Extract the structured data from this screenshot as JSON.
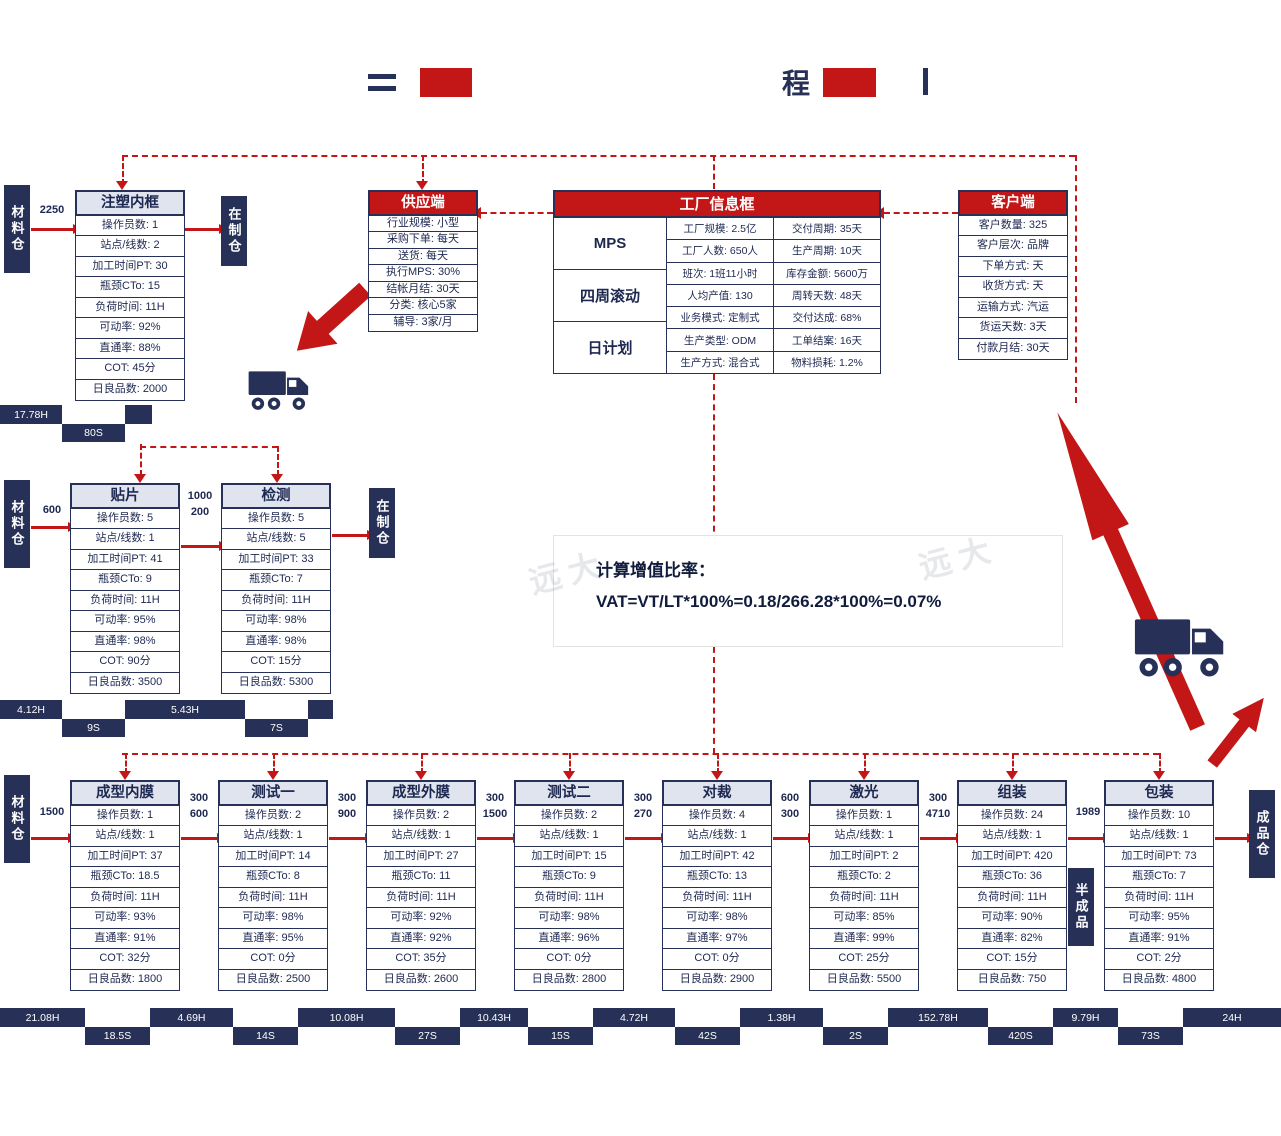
{
  "title": {
    "visible_text": "程"
  },
  "watermarks": [
    "远大",
    "远大"
  ],
  "vat": {
    "line1": "计算增值比率：",
    "line2": "VAT=VT/LT*100%=0.18/266.28*100%=0.07%"
  },
  "row_labels": [
    "操作员数",
    "站点/线数",
    "加工时间PT",
    "瓶颈CTo",
    "负荷时间",
    "可动率",
    "直通率",
    "COT",
    "日良品数"
  ],
  "processes": [
    {
      "id": "zhusuneikuang",
      "name": "注塑内框",
      "values": [
        "1",
        "2",
        "30",
        "15",
        "11H",
        "92%",
        "88%",
        "45分",
        "2000"
      ]
    },
    {
      "id": "tiepian",
      "name": "贴片",
      "values": [
        "5",
        "1",
        "41",
        "9",
        "11H",
        "95%",
        "98%",
        "90分",
        "3500"
      ]
    },
    {
      "id": "jiance",
      "name": "检测",
      "values": [
        "5",
        "5",
        "33",
        "7",
        "11H",
        "98%",
        "98%",
        "15分",
        "5300"
      ]
    },
    {
      "id": "chengxingneimo",
      "name": "成型内膜",
      "values": [
        "1",
        "1",
        "37",
        "18.5",
        "11H",
        "93%",
        "91%",
        "32分",
        "1800"
      ]
    },
    {
      "id": "ceshiyi",
      "name": "测试一",
      "values": [
        "2",
        "1",
        "14",
        "8",
        "11H",
        "98%",
        "95%",
        "0分",
        "2500"
      ]
    },
    {
      "id": "chengxingwaimo",
      "name": "成型外膜",
      "values": [
        "2",
        "1",
        "27",
        "11",
        "11H",
        "92%",
        "92%",
        "35分",
        "2600"
      ]
    },
    {
      "id": "ceshier",
      "name": "测试二",
      "values": [
        "2",
        "1",
        "15",
        "9",
        "11H",
        "98%",
        "96%",
        "0分",
        "2800"
      ]
    },
    {
      "id": "duicai",
      "name": "对裁",
      "values": [
        "4",
        "1",
        "42",
        "13",
        "11H",
        "98%",
        "97%",
        "0分",
        "2900"
      ]
    },
    {
      "id": "jiguang",
      "name": "激光",
      "values": [
        "1",
        "1",
        "2",
        "2",
        "11H",
        "85%",
        "99%",
        "25分",
        "5500"
      ]
    },
    {
      "id": "zuzhuang",
      "name": "组装",
      "values": [
        "24",
        "1",
        "420",
        "36",
        "11H",
        "90%",
        "82%",
        "15分",
        "750"
      ]
    },
    {
      "id": "baozhuang",
      "name": "包装",
      "values": [
        "10",
        "1",
        "73",
        "7",
        "11H",
        "95%",
        "91%",
        "2分",
        "4800"
      ]
    }
  ],
  "supplier": {
    "title": "供应端",
    "rows": [
      [
        "行业规模",
        "小型"
      ],
      [
        "采购下单",
        "每天"
      ],
      [
        "送货",
        "每天"
      ],
      [
        "执行MPS",
        "30%"
      ],
      [
        "结帐月结",
        "30天"
      ],
      [
        "分类",
        "核心5家"
      ],
      [
        "辅导",
        "3家/月"
      ]
    ]
  },
  "factory": {
    "title": "工厂信息框",
    "plans": [
      "MPS",
      "四周滚动",
      "日计划"
    ],
    "left_rows": [
      [
        "工厂规模",
        "2.5亿"
      ],
      [
        "工厂人数",
        "650人"
      ],
      [
        "班次",
        "1班11小时"
      ],
      [
        "人均产值",
        "130"
      ],
      [
        "业务模式",
        "定制式"
      ],
      [
        "生产类型",
        "ODM"
      ],
      [
        "生产方式",
        "混合式"
      ]
    ],
    "right_rows": [
      [
        "交付周期",
        "35天"
      ],
      [
        "生产周期",
        "10天"
      ],
      [
        "库存金额",
        "5600万"
      ],
      [
        "周转天数",
        "48天"
      ],
      [
        "交付达成",
        "68%"
      ],
      [
        "工单结案",
        "16天"
      ],
      [
        "物料损耗",
        "1.2%"
      ]
    ]
  },
  "customer": {
    "title": "客户端",
    "rows": [
      [
        "客户数量",
        "325"
      ],
      [
        "客户层次",
        "品牌"
      ],
      [
        "下单方式",
        "天"
      ],
      [
        "收货方式",
        "天"
      ],
      [
        "运输方式",
        "汽运"
      ],
      [
        "货运天数",
        "3天"
      ],
      [
        "付款月结",
        "30天"
      ]
    ]
  },
  "warehouses": [
    {
      "id": "material-top",
      "label": "材料仓"
    },
    {
      "id": "wip-top",
      "label": "在制仓"
    },
    {
      "id": "material-middle",
      "label": "材料仓"
    },
    {
      "id": "wip-middle",
      "label": "在制仓"
    },
    {
      "id": "material-bottom",
      "label": "材料仓"
    },
    {
      "id": "semi-finished",
      "label": "半成品"
    },
    {
      "id": "finished-goods",
      "label": "成品仓"
    }
  ],
  "inventory": [
    {
      "id": "inv-top",
      "lines": [
        "2250"
      ]
    },
    {
      "id": "inv-mid-1",
      "lines": [
        "600"
      ]
    },
    {
      "id": "inv-mid-2",
      "lines": [
        "1000",
        "200"
      ]
    },
    {
      "id": "inv-bottom-0",
      "lines": [
        "1500"
      ]
    },
    {
      "id": "inv-bottom-1",
      "lines": [
        "300",
        "600"
      ]
    },
    {
      "id": "inv-bottom-2",
      "lines": [
        "300",
        "900"
      ]
    },
    {
      "id": "inv-bottom-3",
      "lines": [
        "300",
        "1500"
      ]
    },
    {
      "id": "inv-bottom-4",
      "lines": [
        "300",
        "270"
      ]
    },
    {
      "id": "inv-bottom-5",
      "lines": [
        "600",
        "300"
      ]
    },
    {
      "id": "inv-bottom-6",
      "lines": [
        "300",
        "4710"
      ]
    },
    {
      "id": "inv-bottom-7",
      "lines": [
        "1989"
      ]
    }
  ],
  "timelines": {
    "row1": [
      "17.78H",
      "80S"
    ],
    "row2": [
      "4.12H",
      "9S",
      "5.43H",
      "7S"
    ],
    "row3": [
      "21.08H",
      "18.5S",
      "4.69H",
      "14S",
      "10.08H",
      "27S",
      "10.43H",
      "15S",
      "4.72H",
      "42S",
      "1.38H",
      "2S",
      "152.78H",
      "420S",
      "9.79H",
      "73S",
      "24H"
    ]
  }
}
